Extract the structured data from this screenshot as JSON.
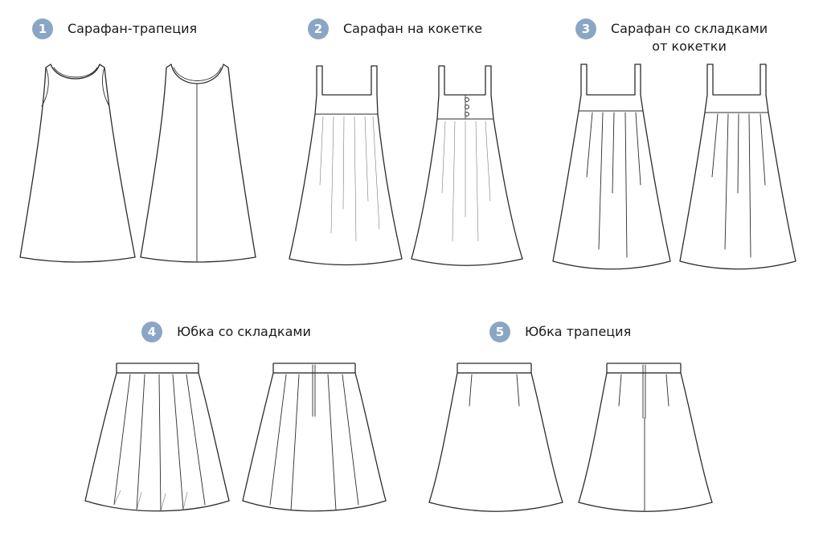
{
  "colors": {
    "badge": "#8aa6c4",
    "line": "#2b2b2b",
    "background": "#ffffff"
  },
  "items": [
    {
      "number": "1",
      "title_lines": [
        "Сарафан-трапеция"
      ]
    },
    {
      "number": "2",
      "title_lines": [
        "Сарафан на кокетке"
      ]
    },
    {
      "number": "3",
      "title_lines": [
        "Сарафан со складками",
        "от кокетки"
      ]
    },
    {
      "number": "4",
      "title_lines": [
        "Юбка со складками"
      ]
    },
    {
      "number": "5",
      "title_lines": [
        "Юбка трапеция"
      ]
    }
  ]
}
